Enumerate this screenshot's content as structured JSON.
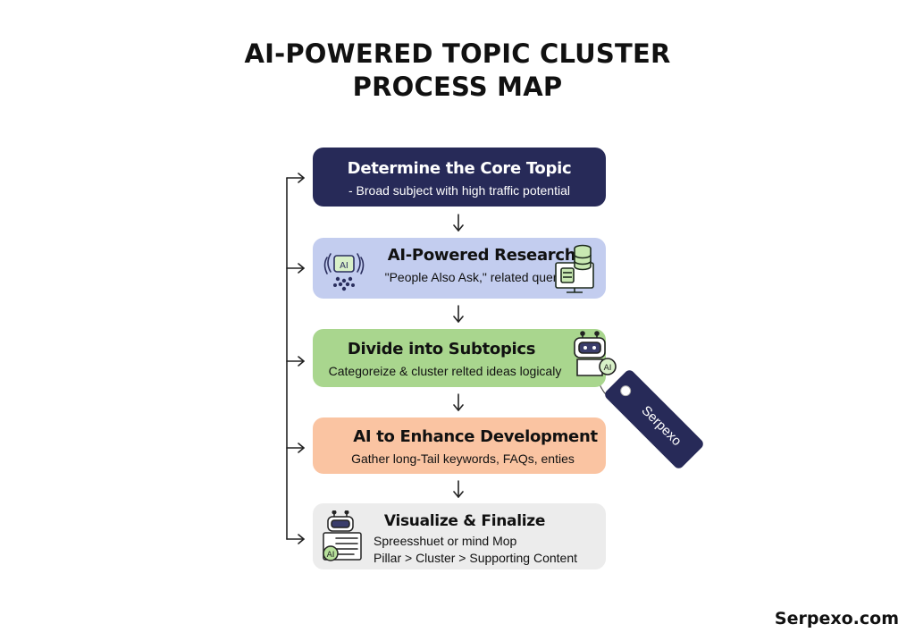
{
  "title": {
    "line1": "AI-POWERED TOPIC CLUSTER",
    "line2": "PROCESS MAP"
  },
  "steps": [
    {
      "heading": "Determine the Core Topic",
      "desc": "- Broad subject with high traffic potential"
    },
    {
      "heading": "AI-Powered Research",
      "desc": "\"People Also Ask,\" related queries",
      "icon_label": "AI"
    },
    {
      "heading": "Divide into Subtopics",
      "desc": "Categoreize & cluster relted ideas logicaly",
      "icon_label": "AI"
    },
    {
      "heading": "AI to Enhance Development",
      "desc": "Gather long-Tail keywords, FAQs, enties"
    },
    {
      "heading": "Visualize & Finalize",
      "desc": "Spreesshuet or mind Mop",
      "desc2": "Pillar > Cluster > Supporting Content",
      "icon_label": "AI"
    }
  ],
  "tag": {
    "label": "Serpexo"
  },
  "brand": "Serpexo.com",
  "colors": {
    "navy": "#272a58",
    "lavender": "#c3cdef",
    "green": "#a9d68e",
    "peach": "#fac4a2",
    "gray": "#ececec"
  }
}
